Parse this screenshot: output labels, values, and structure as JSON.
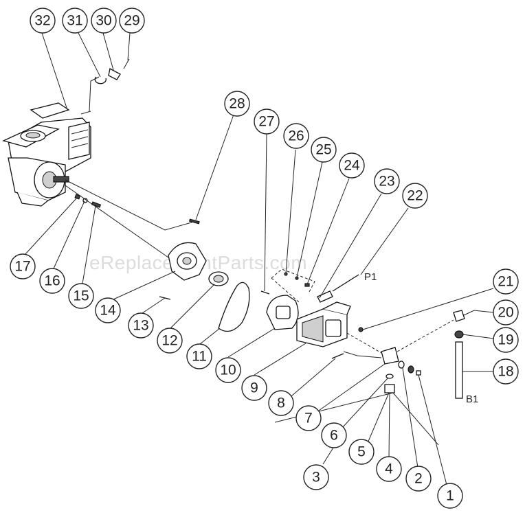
{
  "callouts": [
    "1",
    "2",
    "3",
    "4",
    "5",
    "6",
    "7",
    "8",
    "9",
    "10",
    "11",
    "12",
    "13",
    "14",
    "15",
    "16",
    "17",
    "18",
    "19",
    "20",
    "21",
    "22",
    "23",
    "24",
    "25",
    "26",
    "27",
    "28",
    "29",
    "30",
    "31",
    "32"
  ],
  "port_labels": {
    "p1": "P1",
    "b1": "B1"
  },
  "watermark": "eReplacementParts.com"
}
